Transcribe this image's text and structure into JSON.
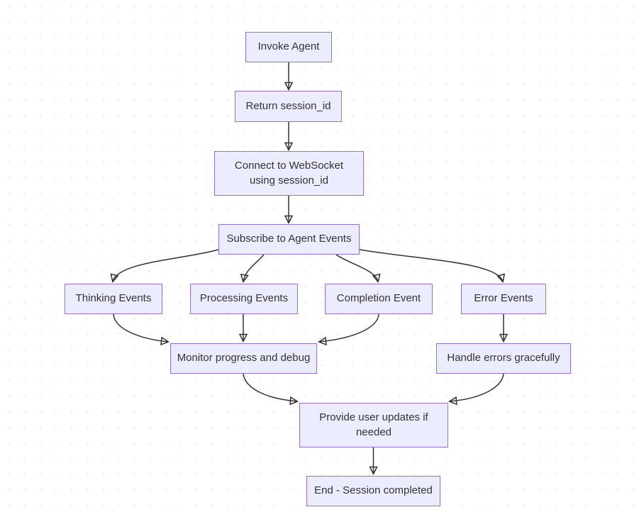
{
  "diagram": {
    "type": "flowchart",
    "direction": "top-down",
    "theme": {
      "node_fill": "#ECECFF",
      "node_border": "#9370DB",
      "node_text_color": "#333333",
      "edge_color": "#333333",
      "background_color": "#FFFFFF",
      "background_dot_color": "#ECECEC"
    },
    "nodes": [
      {
        "id": "invoke_agent",
        "label": "Invoke Agent"
      },
      {
        "id": "return_session_id",
        "label": "Return session_id"
      },
      {
        "id": "connect_websocket",
        "label": "Connect to WebSocket\nusing session_id"
      },
      {
        "id": "subscribe_events",
        "label": "Subscribe to Agent Events"
      },
      {
        "id": "thinking_events",
        "label": "Thinking Events"
      },
      {
        "id": "processing_events",
        "label": "Processing Events"
      },
      {
        "id": "completion_event",
        "label": "Completion Event"
      },
      {
        "id": "error_events",
        "label": "Error Events"
      },
      {
        "id": "monitor_progress",
        "label": "Monitor progress and debug"
      },
      {
        "id": "handle_errors",
        "label": "Handle errors gracefully"
      },
      {
        "id": "provide_updates",
        "label": "Provide user updates if\nneeded"
      },
      {
        "id": "end_session",
        "label": "End - Session completed"
      }
    ],
    "edges": [
      {
        "from": "invoke_agent",
        "to": "return_session_id"
      },
      {
        "from": "return_session_id",
        "to": "connect_websocket"
      },
      {
        "from": "connect_websocket",
        "to": "subscribe_events"
      },
      {
        "from": "subscribe_events",
        "to": "thinking_events"
      },
      {
        "from": "subscribe_events",
        "to": "processing_events"
      },
      {
        "from": "subscribe_events",
        "to": "completion_event"
      },
      {
        "from": "subscribe_events",
        "to": "error_events"
      },
      {
        "from": "thinking_events",
        "to": "monitor_progress"
      },
      {
        "from": "processing_events",
        "to": "monitor_progress"
      },
      {
        "from": "completion_event",
        "to": "monitor_progress"
      },
      {
        "from": "error_events",
        "to": "handle_errors"
      },
      {
        "from": "monitor_progress",
        "to": "provide_updates"
      },
      {
        "from": "handle_errors",
        "to": "provide_updates"
      },
      {
        "from": "provide_updates",
        "to": "end_session"
      }
    ]
  }
}
